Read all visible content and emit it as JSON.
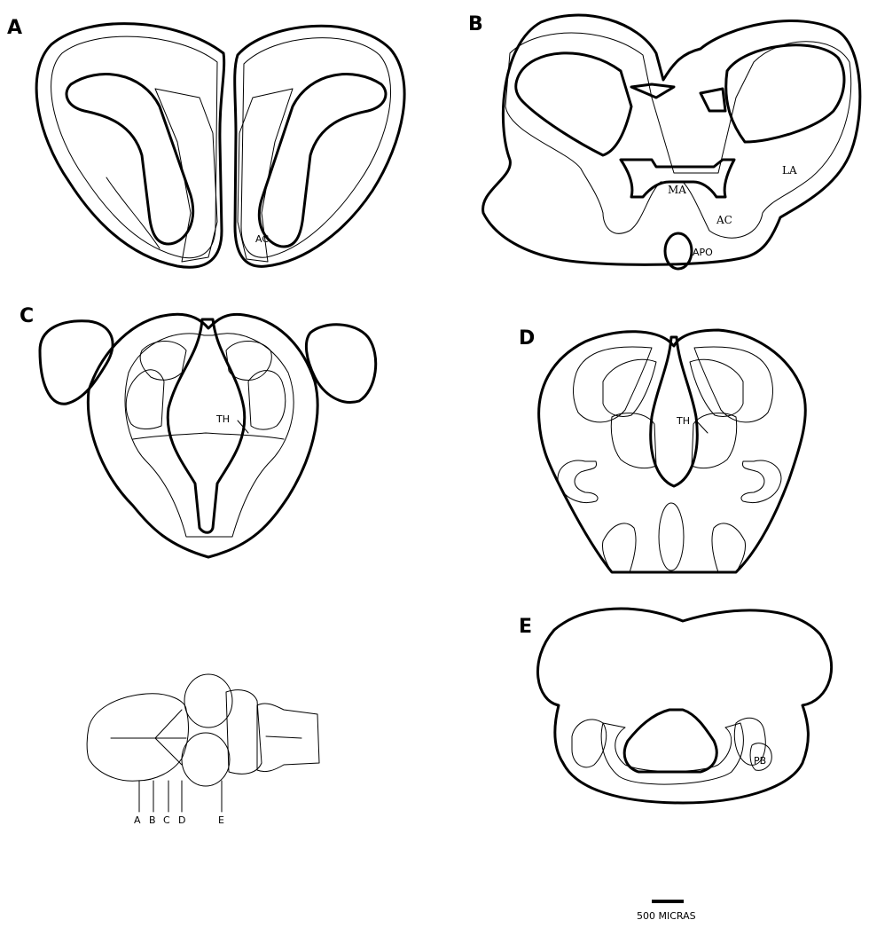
{
  "panels": {
    "a": "A",
    "b": "B",
    "c": "C",
    "d": "D",
    "e": "E"
  },
  "structures": {
    "ac_a": "AC",
    "ma": "MA",
    "la": "LA",
    "ac_b": "AC",
    "apo": "APO",
    "th_c": "TH",
    "th_d": "TH",
    "pb": "PB"
  },
  "levels": {
    "a": "A",
    "b": "B",
    "c": "C",
    "d": "D",
    "e": "E"
  },
  "scale_bar": {
    "label": "500 MICRAS"
  }
}
